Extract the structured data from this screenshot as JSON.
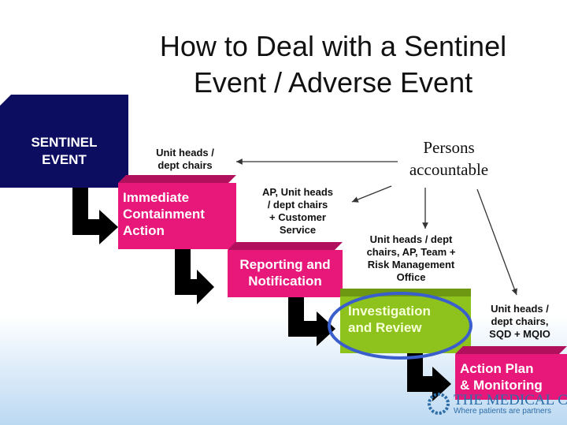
{
  "title": {
    "line1": "How to Deal with a Sentinel",
    "line2": "Event / Adverse Event"
  },
  "steps": [
    {
      "line1": "SENTINEL",
      "line2": "EVENT",
      "color": "#0c0c60"
    },
    {
      "line1": "Immediate",
      "line2": "Containment",
      "line3": "Action",
      "color": "#e8177a"
    },
    {
      "line1": "Reporting and",
      "line2": "Notification",
      "color": "#e8177a"
    },
    {
      "line1": "Investigation",
      "line2": "and Review",
      "color": "#8ec21c"
    },
    {
      "line1": "Action Plan",
      "line2": "& Monitoring",
      "color": "#e8177a"
    }
  ],
  "accountable": [
    {
      "line1": "Unit heads /",
      "line2": "dept chairs"
    },
    {
      "line1": "AP, Unit heads",
      "line2": "/ dept chairs",
      "line3": "+ Customer",
      "line4": "Service"
    },
    {
      "line1": "Unit heads / dept",
      "line2": "chairs, AP, Team +",
      "line3": "Risk Management",
      "line4": "Office"
    },
    {
      "line1": "Unit heads /",
      "line2": "dept chairs,",
      "line3": "SQD + MQIO"
    }
  ],
  "persons": {
    "line1": "Persons",
    "line2": "accountable"
  },
  "logo": {
    "name": "THE MEDICAL CITY",
    "tagline": "Where patients are partners"
  }
}
